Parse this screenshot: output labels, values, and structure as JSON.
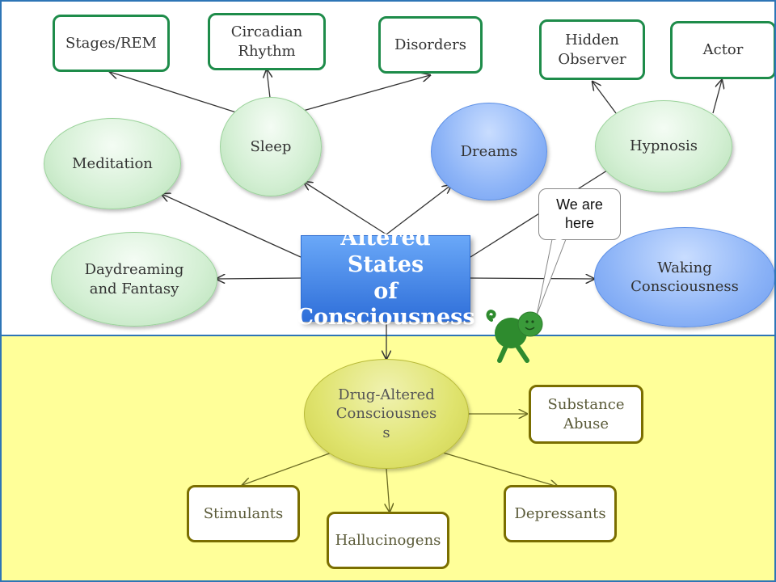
{
  "central": {
    "line1": "Altered States",
    "line2": "of",
    "line3": "Consciousness"
  },
  "sleep": {
    "label": "Sleep",
    "subtopics": {
      "stages": "Stages/REM",
      "circadian_line1": "Circadian",
      "circadian_line2": "Rhythm",
      "disorders": "Disorders"
    }
  },
  "hypnosis": {
    "label": "Hypnosis",
    "subtopics": {
      "hidden_line1": "Hidden",
      "hidden_line2": "Observer",
      "actor": "Actor"
    }
  },
  "meditation": {
    "label": "Meditation"
  },
  "dreams": {
    "label": "Dreams"
  },
  "daydreaming": {
    "line1": "Daydreaming",
    "line2": "and Fantasy"
  },
  "waking": {
    "line1": "Waking",
    "line2": "Consciousness"
  },
  "drugs": {
    "line1": "Drug-Altered",
    "line2": "Consciousnes",
    "line3": "s",
    "subtopics": {
      "substance_line1": "Substance",
      "substance_line2": "Abuse",
      "stimulants": "Stimulants",
      "hallucinogens": "Hallucinogens",
      "depressants": "Depressants"
    }
  },
  "callout": {
    "line1": "We are",
    "line2": "here"
  },
  "colors": {
    "blue_border": "#2e75b6",
    "green_box": "#1e8c4a",
    "olive_box": "#7a6e00",
    "yellow_bg": "#ffff99",
    "central_blue": "#3a7be0",
    "mascot_green": "#2e8b2e"
  }
}
